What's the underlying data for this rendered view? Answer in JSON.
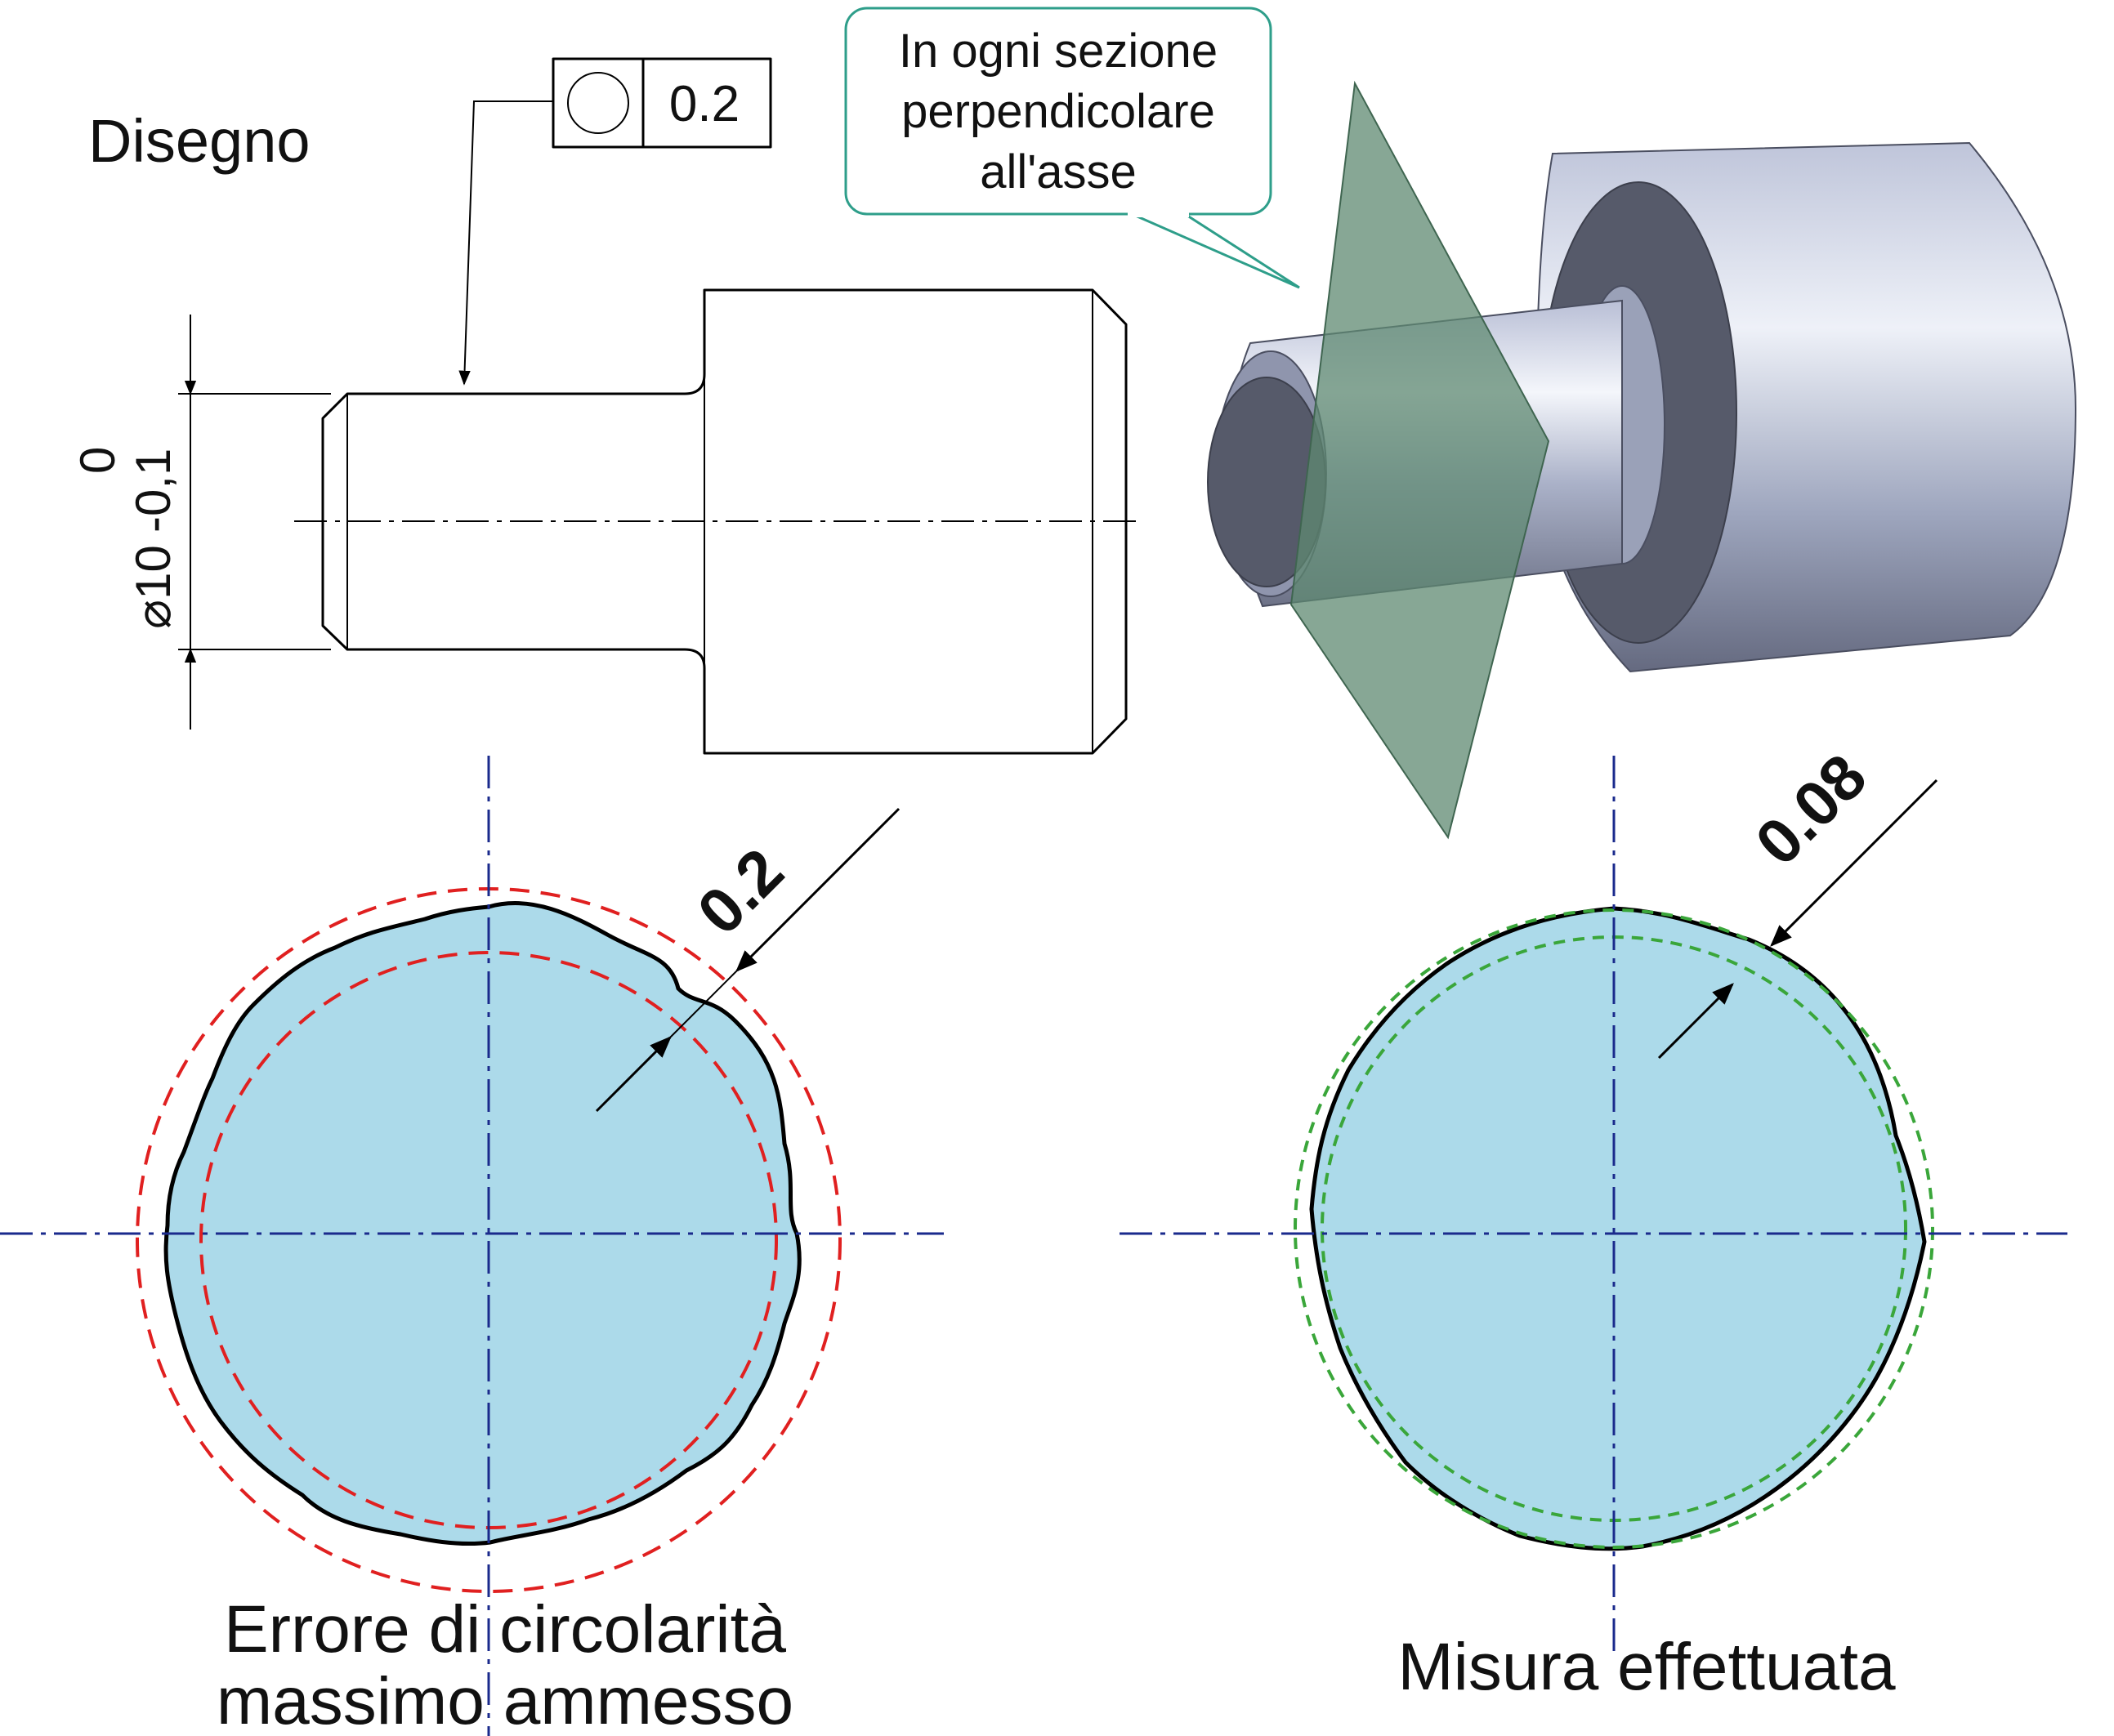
{
  "labels": {
    "drawing_title": "Disegno",
    "callout_line1": "In ogni sezione",
    "callout_line2": "perpendicolare",
    "callout_line3": "all'asse",
    "tolerance_value": "0.2",
    "dimension_main": "⌀10",
    "dimension_upper": "0",
    "dimension_lower": "-0,1",
    "left_measure": "0.2",
    "right_measure": "0.08",
    "left_caption_line1": "Errore di circolarità",
    "left_caption_line2": "massimo ammesso",
    "right_caption": "Misura effettuata"
  },
  "colors": {
    "fill_section": "#acdaea",
    "tolerance_zone_left": "#e02020",
    "tolerance_zone_right": "#3aa63a",
    "center_axis": "#1a2a8c",
    "section_plane": "#5f8a72",
    "callout_border": "#2e9e8a"
  },
  "icons": {
    "circularity_symbol": "circle-symbol-icon"
  }
}
